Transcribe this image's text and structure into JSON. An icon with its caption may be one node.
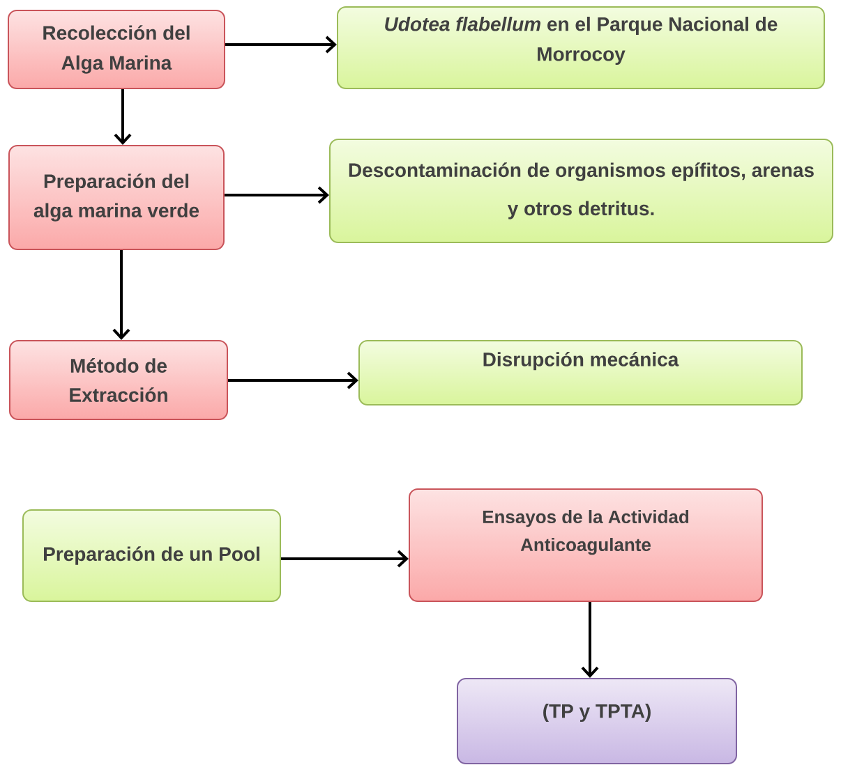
{
  "diagram": {
    "nodes": [
      {
        "text": [
          "Recolección del Alga Marina"
        ]
      },
      {
        "text": [
          "*Udotea flabellum* en el Parque Nacional de Morrocoy"
        ]
      },
      {
        "text": [
          "Preparación del alga marina verde"
        ]
      },
      {
        "text": [
          "Descontaminación de organismos epífitos, arenas y otros detritus."
        ]
      },
      {
        "text": [
          "Método de Extracción"
        ]
      },
      {
        "text": [
          "Disrupción mecánica"
        ]
      },
      {
        "text": [
          "Preparación de un Pool"
        ]
      },
      {
        "text": [
          "Ensayos de la Actividad Anticoagulante"
        ]
      },
      {
        "text": [
          "(TP y TPTA)"
        ]
      }
    ],
    "edges": [
      {
        "from": 0,
        "to": 1,
        "arrow": "to"
      },
      {
        "from": 0,
        "to": 2,
        "arrow": "to"
      },
      {
        "from": 2,
        "to": 3,
        "arrow": "to"
      },
      {
        "from": 2,
        "to": 4,
        "arrow": "to"
      },
      {
        "from": 4,
        "to": 5,
        "arrow": "to"
      },
      {
        "from": 6,
        "to": 7,
        "arrow": "to"
      },
      {
        "from": 7,
        "to": 8,
        "arrow": "to"
      }
    ]
  }
}
